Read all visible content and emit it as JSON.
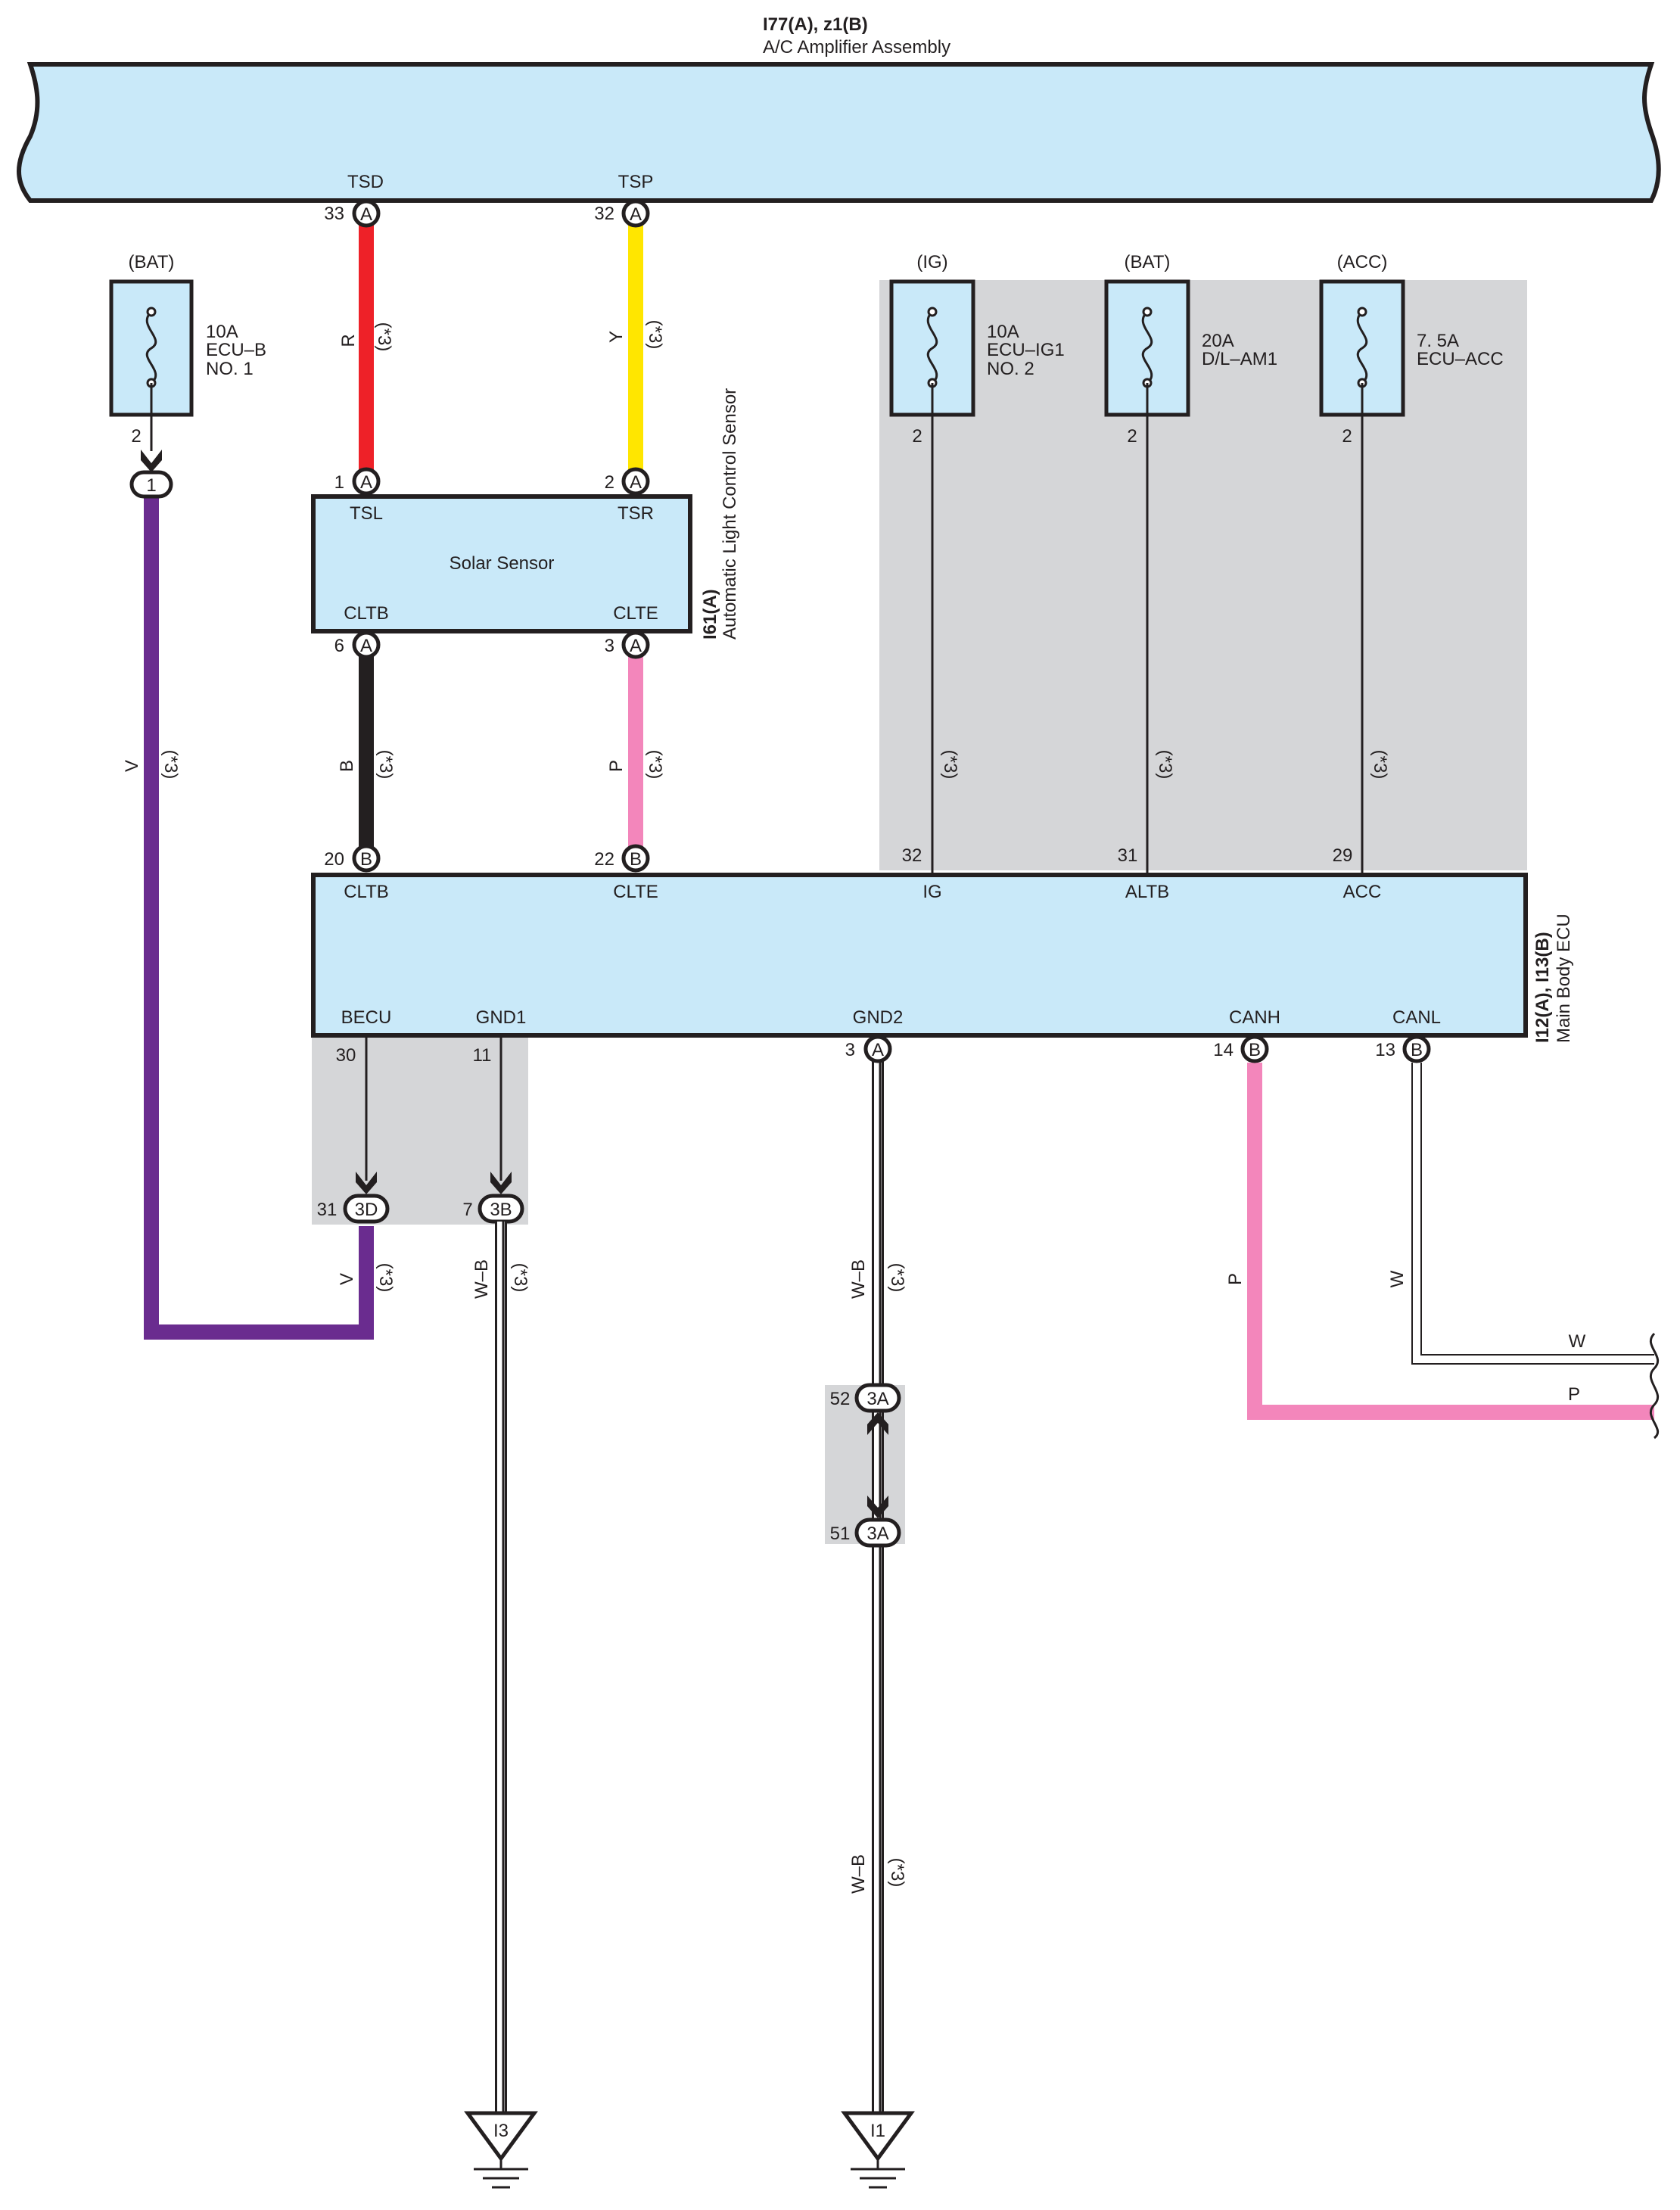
{
  "colors": {
    "red": "#ee2128",
    "yellow": "#ffe600",
    "black": "#231f20",
    "pink": "#f386bb",
    "violet": "#6a2c8f",
    "white": "#ffffff",
    "box": "#c9e9f9",
    "shade": "#d5d6d8"
  },
  "amplifier": {
    "id": "I77(A), z1(B)",
    "name": "A/C Amplifier Assembly",
    "pin_tsd": "TSD",
    "pin_tsp": "TSP"
  },
  "solar_sensor": {
    "id": "I61(A)",
    "name": "Automatic Light Control Sensor",
    "title": "Solar Sensor",
    "pin_tsl": "TSL",
    "pin_tsr": "TSR",
    "pin_cltb": "CLTB",
    "pin_clte": "CLTE"
  },
  "ecu": {
    "id": "I12(A), I13(B)",
    "name": "Main Body ECU",
    "pins_top": [
      "CLTB",
      "CLTE",
      "IG",
      "ALTB",
      "ACC"
    ],
    "pins_bottom": [
      "BECU",
      "GND1",
      "GND2",
      "CANH",
      "CANL"
    ]
  },
  "fuses": [
    {
      "source": "(BAT)",
      "rating": "10A",
      "name1": "ECU–B",
      "name2": "NO. 1",
      "pin": "2"
    },
    {
      "source": "(IG)",
      "rating": "10A",
      "name1": "ECU–IG1",
      "name2": "NO. 2",
      "pin": "2"
    },
    {
      "source": "(BAT)",
      "rating": "20A",
      "name1": "D/L–AM1",
      "name2": "",
      "pin": "2"
    },
    {
      "source": "(ACC)",
      "rating": "7. 5A",
      "name1": "ECU–ACC",
      "name2": "",
      "pin": "2"
    }
  ],
  "pins": {
    "tsd": "33",
    "tsp": "32",
    "tsl": "1",
    "tsr": "2",
    "s_cltb": "6",
    "s_clte": "3",
    "e_cltb": "20",
    "e_clte": "22",
    "ig": "32",
    "altb": "31",
    "acc": "29",
    "becu": "30",
    "gnd1": "11",
    "gnd2": "3",
    "canh": "14",
    "canl": "13",
    "j_3d": "31",
    "j_3b": "7",
    "j_3a_top": "52",
    "j_3a_bot": "51"
  },
  "connectors": {
    "a": "A",
    "b": "B",
    "one": "1",
    "j3d": "3D",
    "j3b": "3B",
    "j3a": "3A"
  },
  "wires": {
    "r": "R",
    "y": "Y",
    "b": "B",
    "p": "P",
    "v": "V",
    "wb": "W–B",
    "w": "W",
    "note": "(*3)"
  },
  "grounds": {
    "i3": "I3",
    "i1": "I1"
  }
}
